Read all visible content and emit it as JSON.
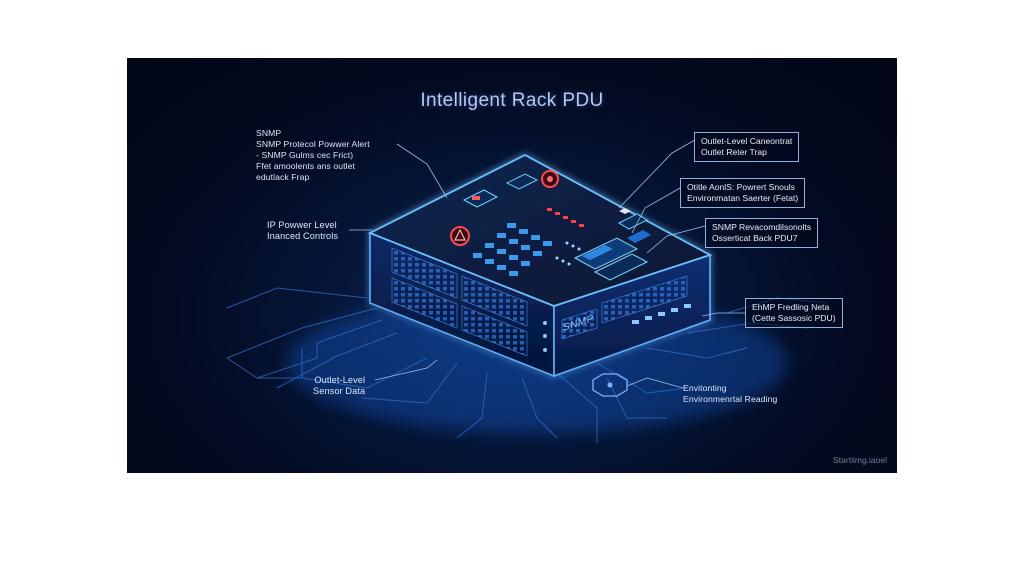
{
  "title": "Intelligent Rack PDU",
  "watermark": "Startiimg.iaoel",
  "device": {
    "front_label": "SNMP"
  },
  "labels": {
    "snmp_alert": {
      "line1": "SNMP",
      "line2": "SNMP Protecol Powwer Alert",
      "line3": "- SNMP Gulms cec Frict)",
      "line4": "Ffet amoolents ans outlet",
      "line5": "edutlack Frap"
    },
    "ip_power": {
      "line1": "IP Powwer Level",
      "line2": "Inanced Controls"
    },
    "outlet_sensor": {
      "line1": "Outlet-Level",
      "line2": "Sensor Data"
    },
    "environmental": {
      "line1": "Envitonting",
      "line2": "Environmenrtal Reading"
    }
  },
  "boxes": {
    "outlet_level": {
      "line1": "Outlet-Level Caneontrat",
      "line2": "Outlet Reter Trap"
    },
    "otitle": {
      "line1": "Otitle AonlS: Powrert Snouls",
      "line2": "Environmatan Saerter (Fetat)"
    },
    "snmp_reva": {
      "line1": "SNMP Revacomdilsonolts",
      "line2": "Osserticat Back PDU7"
    },
    "ehmp": {
      "line1": "EhMP Fredling Neta",
      "line2": "(Cette Sassosic PDU)"
    }
  },
  "colors": {
    "background": "#030b22",
    "glow": "#3aa0ff",
    "device_top": "#0b2148",
    "alert": "#ff4a4a",
    "label_text": "#dbe6f6",
    "box_border": "#8fb1de"
  }
}
